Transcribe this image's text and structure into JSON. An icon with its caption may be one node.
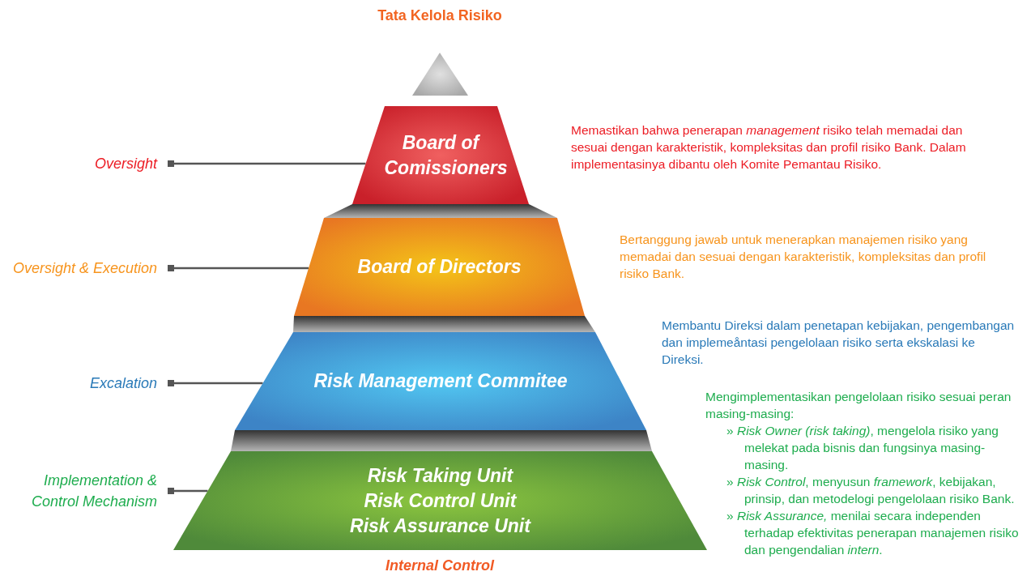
{
  "diagram": {
    "title": "Tata Kelola Risiko",
    "nodes": [
      {
        "text": [],
        "shape": "triangle"
      },
      {
        "text": [
          "Board of Comissioners"
        ],
        "beside": [
          "Memastikan bahwa penerapan *management* risiko telah memadai dan sesuai dengan karakteristik, kompleksitas dan profil risiko Bank. Dalam implementasinya dibantu oleh Komite Pemantau Risiko."
        ]
      },
      {
        "text": [
          "Board of Directors"
        ],
        "beside": [
          "Bertanggung jawab untuk menerapkan manajemen risiko yang memadai dan sesuai dengan karakteristik, kompleksitas dan profil risiko Bank."
        ]
      },
      {
        "text": [
          "Risk Management Commitee"
        ],
        "beside": [
          "Membantu Direksi dalam penetapan kebijakan, pengembangan dan implemeåntasi pengelolaan risiko serta ekskalasi ke Direksi."
        ]
      },
      {
        "text": [
          "Risk Taking Unit",
          "Risk Control Unit",
          "Risk Assurance Unit"
        ],
        "beside": [
          "Mengimplementasikan pengelolaan risiko sesuai peran masing-masing:",
          "» *Risk Owner (risk taking)*, mengelola risiko yang melekat pada bisnis dan fungsinya masing-masing.",
          "» *Risk Control*, menyusun *framework*, kebijakan, prinsip, dan metodelogi pengelolaan risiko Bank.",
          "» *Risk Assurance,* menilai secara independen terhadap efektivitas penerapan manajemen risiko dan pengendalian *intern*."
        ]
      },
      {
        "text": [
          "Oversight"
        ]
      },
      {
        "text": [
          "Oversight & Execution"
        ]
      },
      {
        "text": [
          "Excalation"
        ]
      },
      {
        "text": [
          "Implementation & Control Mechanism"
        ]
      }
    ],
    "edges": [
      {
        "from": 5,
        "to": 1,
        "arrow": "other"
      },
      {
        "from": 6,
        "to": 2,
        "arrow": "other"
      },
      {
        "from": 7,
        "to": 3,
        "arrow": "other"
      },
      {
        "from": 8,
        "to": 4,
        "arrow": "other"
      }
    ],
    "labels": [
      "Internal Control"
    ]
  }
}
